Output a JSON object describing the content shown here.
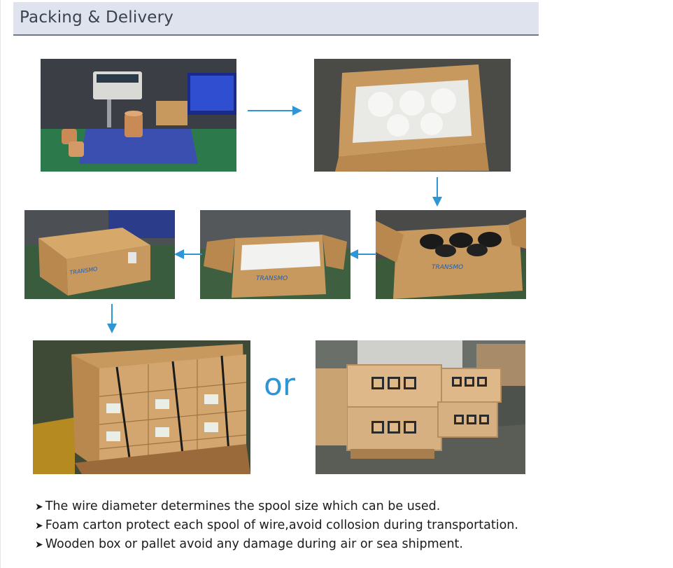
{
  "header": {
    "title": "Packing & Delivery"
  },
  "photos": {
    "weighing": {
      "icon": "scale-photo"
    },
    "foam_carton": {
      "icon": "foam-carton-photo"
    },
    "spools_in_carton": {
      "label": "TRANSMO",
      "icon": "spools-carton-photo"
    },
    "foam_sealed": {
      "label": "TRANSMO",
      "icon": "foam-sealed-carton-photo"
    },
    "sealed_carton": {
      "label": "TRANSMO",
      "icon": "sealed-carton-photo"
    },
    "pallet": {
      "icon": "pallet-photo"
    },
    "wooden_box": {
      "icon": "wooden-box-photo"
    }
  },
  "separator": {
    "or_label": "or"
  },
  "notes": [
    {
      "bullet": "➤",
      "text": "The wire diameter determines the spool size which can be used."
    },
    {
      "bullet": "➤",
      "text": "Foam carton protect each spool of wire,avoid collosion during transportation."
    },
    {
      "bullet": "➤",
      "text": "Wooden box or pallet avoid any damage during air or sea shipment."
    }
  ],
  "colors": {
    "arrow": "#2f96d6",
    "header_bg": "#dfe3ee",
    "header_rule": "#6f7886",
    "carton": "#c8995f"
  }
}
